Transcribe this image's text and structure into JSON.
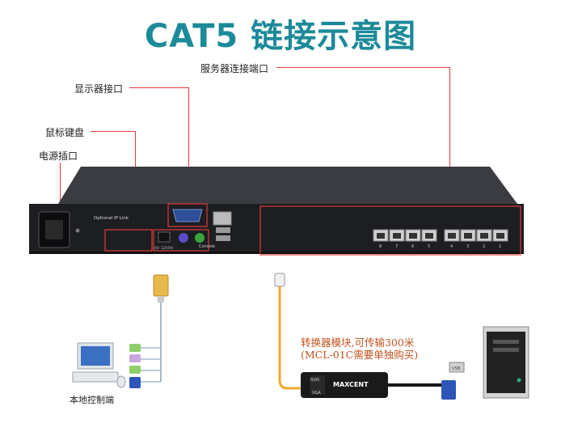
{
  "title": "CAT5 链接示意图",
  "callouts": {
    "server_ports": "服务器连接端口",
    "display_port": "显示器接口",
    "mouse_keyboard": "鼠标键盘",
    "power_socket": "电源插口"
  },
  "device": {
    "optional_ip_label": "Optional IP Link",
    "console_label": "Console",
    "power_labels": [
      "0V",
      "12V",
      "0V"
    ],
    "port_numbers": [
      "8",
      "7",
      "6",
      "5",
      "4",
      "3",
      "2",
      "1"
    ],
    "colors": {
      "chassis": "#202226",
      "callout_line": "#e23a3a",
      "title": "#1d8a9a"
    }
  },
  "converter": {
    "note_line1": "转换器模块,可传输300米",
    "note_line2": "(MCL-01C需要单独购买)",
    "brand": "MAXCENT",
    "rj45_label": "RJ45",
    "vga_label": "VGA",
    "usb_label": "USB"
  },
  "local": {
    "label": "本地控制端"
  }
}
